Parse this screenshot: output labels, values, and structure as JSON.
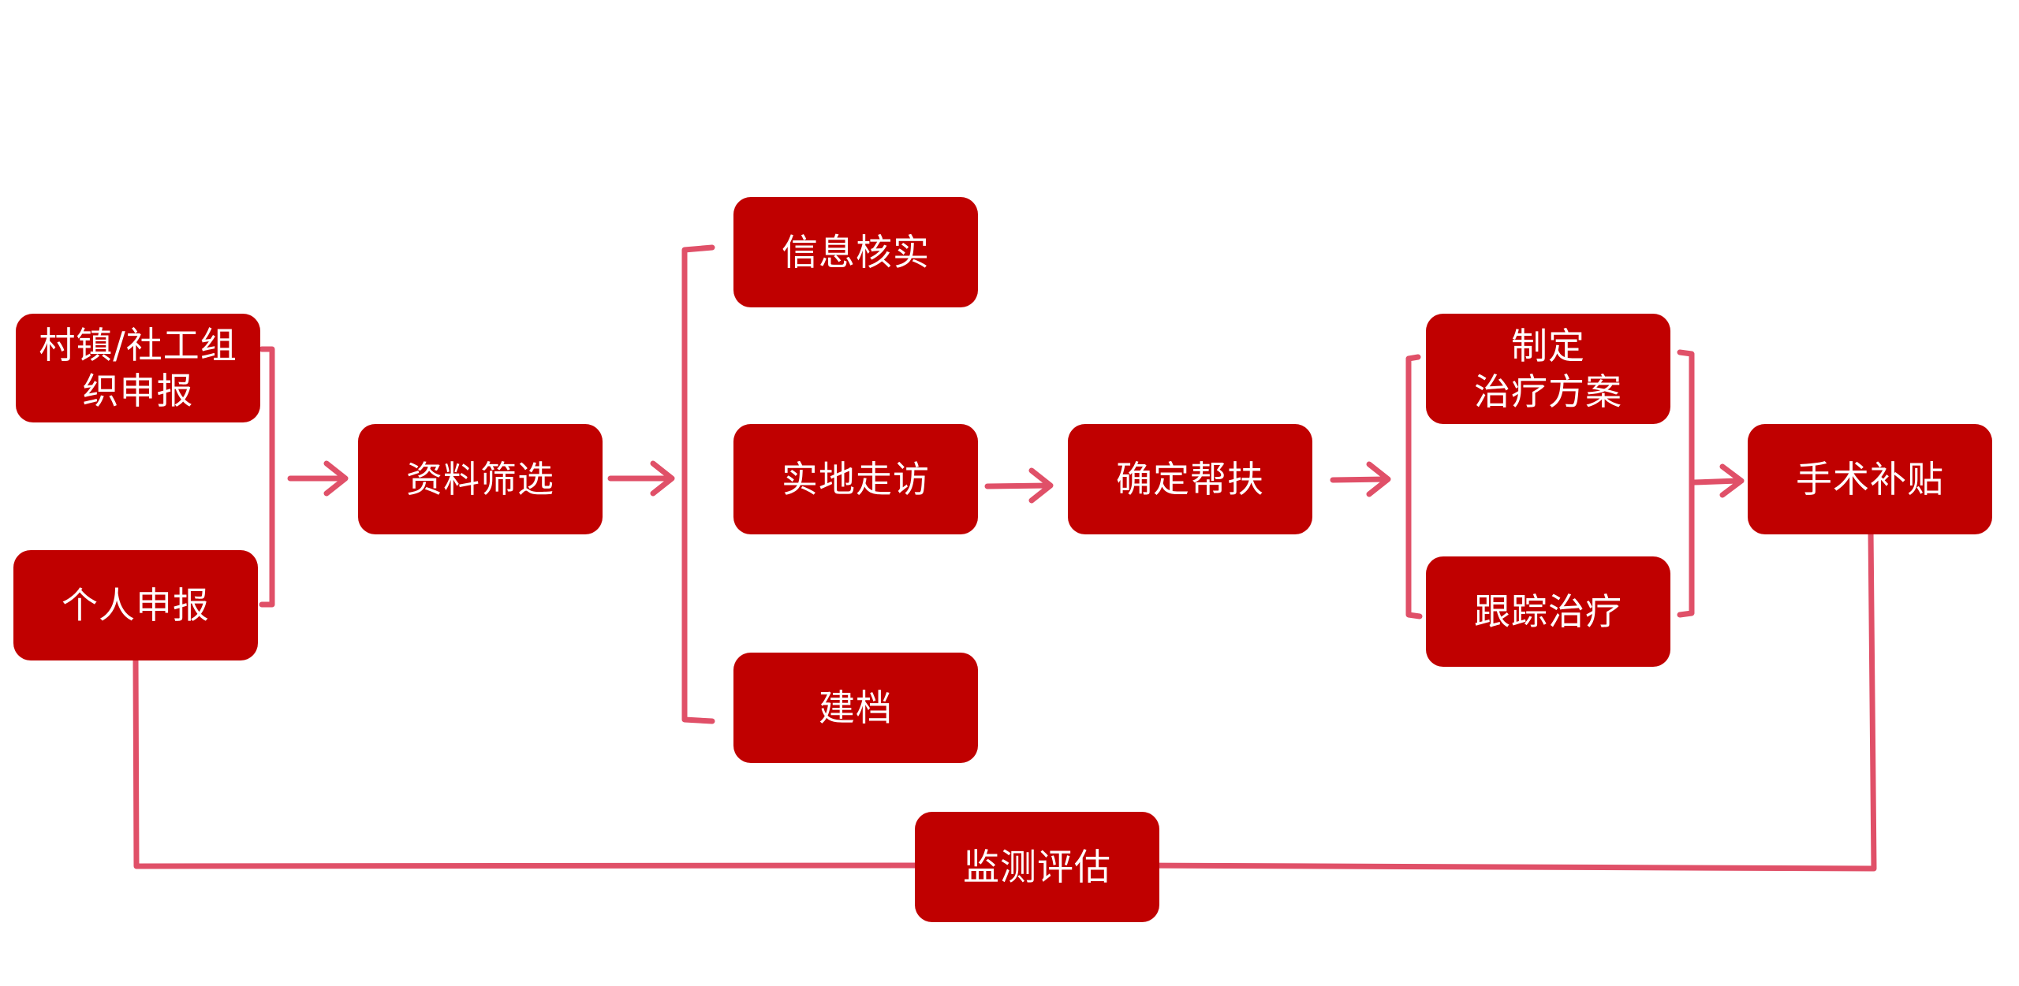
{
  "diagram": {
    "colors": {
      "node_fill": "#C00000",
      "node_text": "#FFFFFF",
      "connector": "#E05068",
      "background": "#FFFFFF"
    },
    "nodes": {
      "village_report": "村镇/社工组\n织申报",
      "personal_report": "个人申报",
      "material_screening": "资料筛选",
      "info_verify": "信息核实",
      "field_visit": "实地走访",
      "archive": "建档",
      "confirm_aid": "确定帮扶",
      "treatment_plan": "制定\n治疗方案",
      "follow_treatment": "跟踪治疗",
      "surgery_subsidy": "手术补贴",
      "monitor_eval": "监测评估"
    },
    "edges": [
      {
        "from": "village_report",
        "to": "material_screening"
      },
      {
        "from": "personal_report",
        "to": "material_screening"
      },
      {
        "from": "material_screening",
        "to": "info_verify"
      },
      {
        "from": "material_screening",
        "to": "field_visit"
      },
      {
        "from": "material_screening",
        "to": "archive"
      },
      {
        "from": "field_visit",
        "to": "confirm_aid"
      },
      {
        "from": "confirm_aid",
        "to": "treatment_plan"
      },
      {
        "from": "confirm_aid",
        "to": "follow_treatment"
      },
      {
        "from": "treatment_plan",
        "to": "surgery_subsidy"
      },
      {
        "from": "follow_treatment",
        "to": "surgery_subsidy"
      },
      {
        "from": "personal_report",
        "to": "monitor_eval"
      },
      {
        "from": "surgery_subsidy",
        "to": "monitor_eval"
      }
    ]
  }
}
